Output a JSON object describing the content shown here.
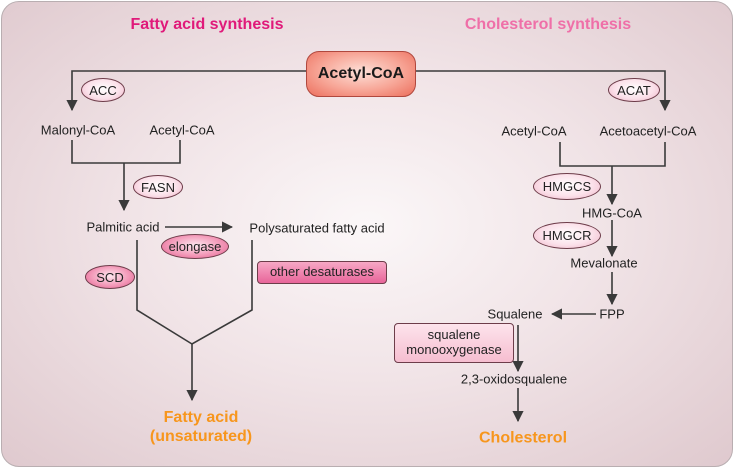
{
  "titles": {
    "fatty_acid": "Fatty acid synthesis",
    "cholesterol": "Cholesterol synthesis"
  },
  "hub": {
    "label": "Acetyl-CoA"
  },
  "fatty": {
    "malonyl_coa": "Malonyl-CoA",
    "acetyl_coa": "Acetyl-CoA",
    "palmitic_acid": "Palmitic acid",
    "polysaturated": "Polysaturated fatty acid",
    "product_line1": "Fatty acid",
    "product_line2": "(unsaturated)"
  },
  "chol": {
    "acetyl_coa": "Acetyl-CoA",
    "acetoacetyl_coa": "Acetoacetyl-CoA",
    "hmg_coa": "HMG-CoA",
    "mevalonate": "Mevalonate",
    "fpp": "FPP",
    "squalene": "Squalene",
    "oxidosqualene": "2,3-oxidosqualene",
    "product": "Cholesterol"
  },
  "enzymes": {
    "acc": "ACC",
    "fasn": "FASN",
    "elongase": "elongase",
    "scd": "SCD",
    "other_desaturases": "other desaturases",
    "acat": "ACAT",
    "hmgcs": "HMGCS",
    "hmgcr": "HMGCR",
    "squalene_mono_line1": "squalene",
    "squalene_mono_line2": "monooxygenase"
  },
  "colors": {
    "fatty_title": "#e0197a",
    "cholesterol_title": "#ef6fa8",
    "product": "#f7961d",
    "line": "#3a3a3a"
  }
}
